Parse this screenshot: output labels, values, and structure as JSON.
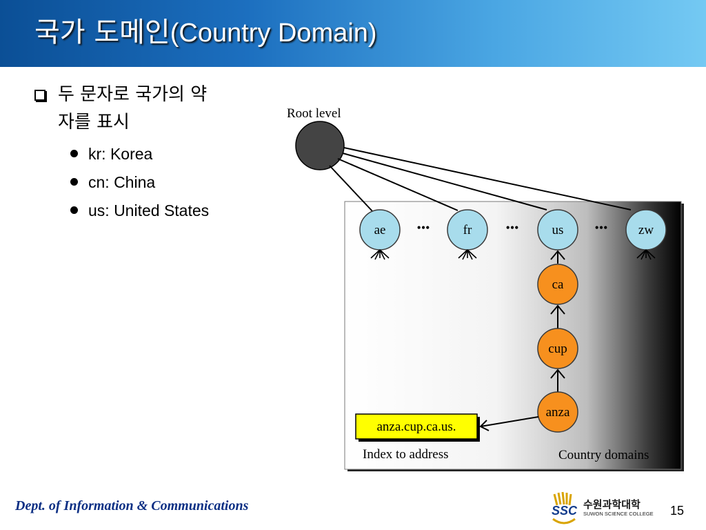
{
  "slide": {
    "title_korean": "국가 도메인",
    "title_english": "(Country Domain)",
    "page_number": "15"
  },
  "bullets": {
    "main_line1": "두 문자로 국가의 약",
    "main_line2": "자를 표시",
    "items": [
      "kr: Korea",
      "cn: China",
      "us: United States"
    ]
  },
  "diagram": {
    "root_label": "Root level",
    "top_nodes": [
      "ae",
      "fr",
      "us",
      "zw"
    ],
    "ellipsis": "•••",
    "chain_nodes": [
      "ca",
      "cup",
      "anza"
    ],
    "address_box": "anza.cup.ca.us.",
    "caption_left": "Index to address",
    "caption_right": "Country domains",
    "colors": {
      "root_node": "#444444",
      "top_node": "#a8dcec",
      "chain_node": "#f7901e",
      "address_box": "#ffff00"
    }
  },
  "footer": {
    "department": "Dept. of  Information & Communications",
    "logo_abbrev": "SSC",
    "logo_korean": "수원과학대학",
    "logo_english": "SUWON SCIENCE COLLEGE"
  }
}
